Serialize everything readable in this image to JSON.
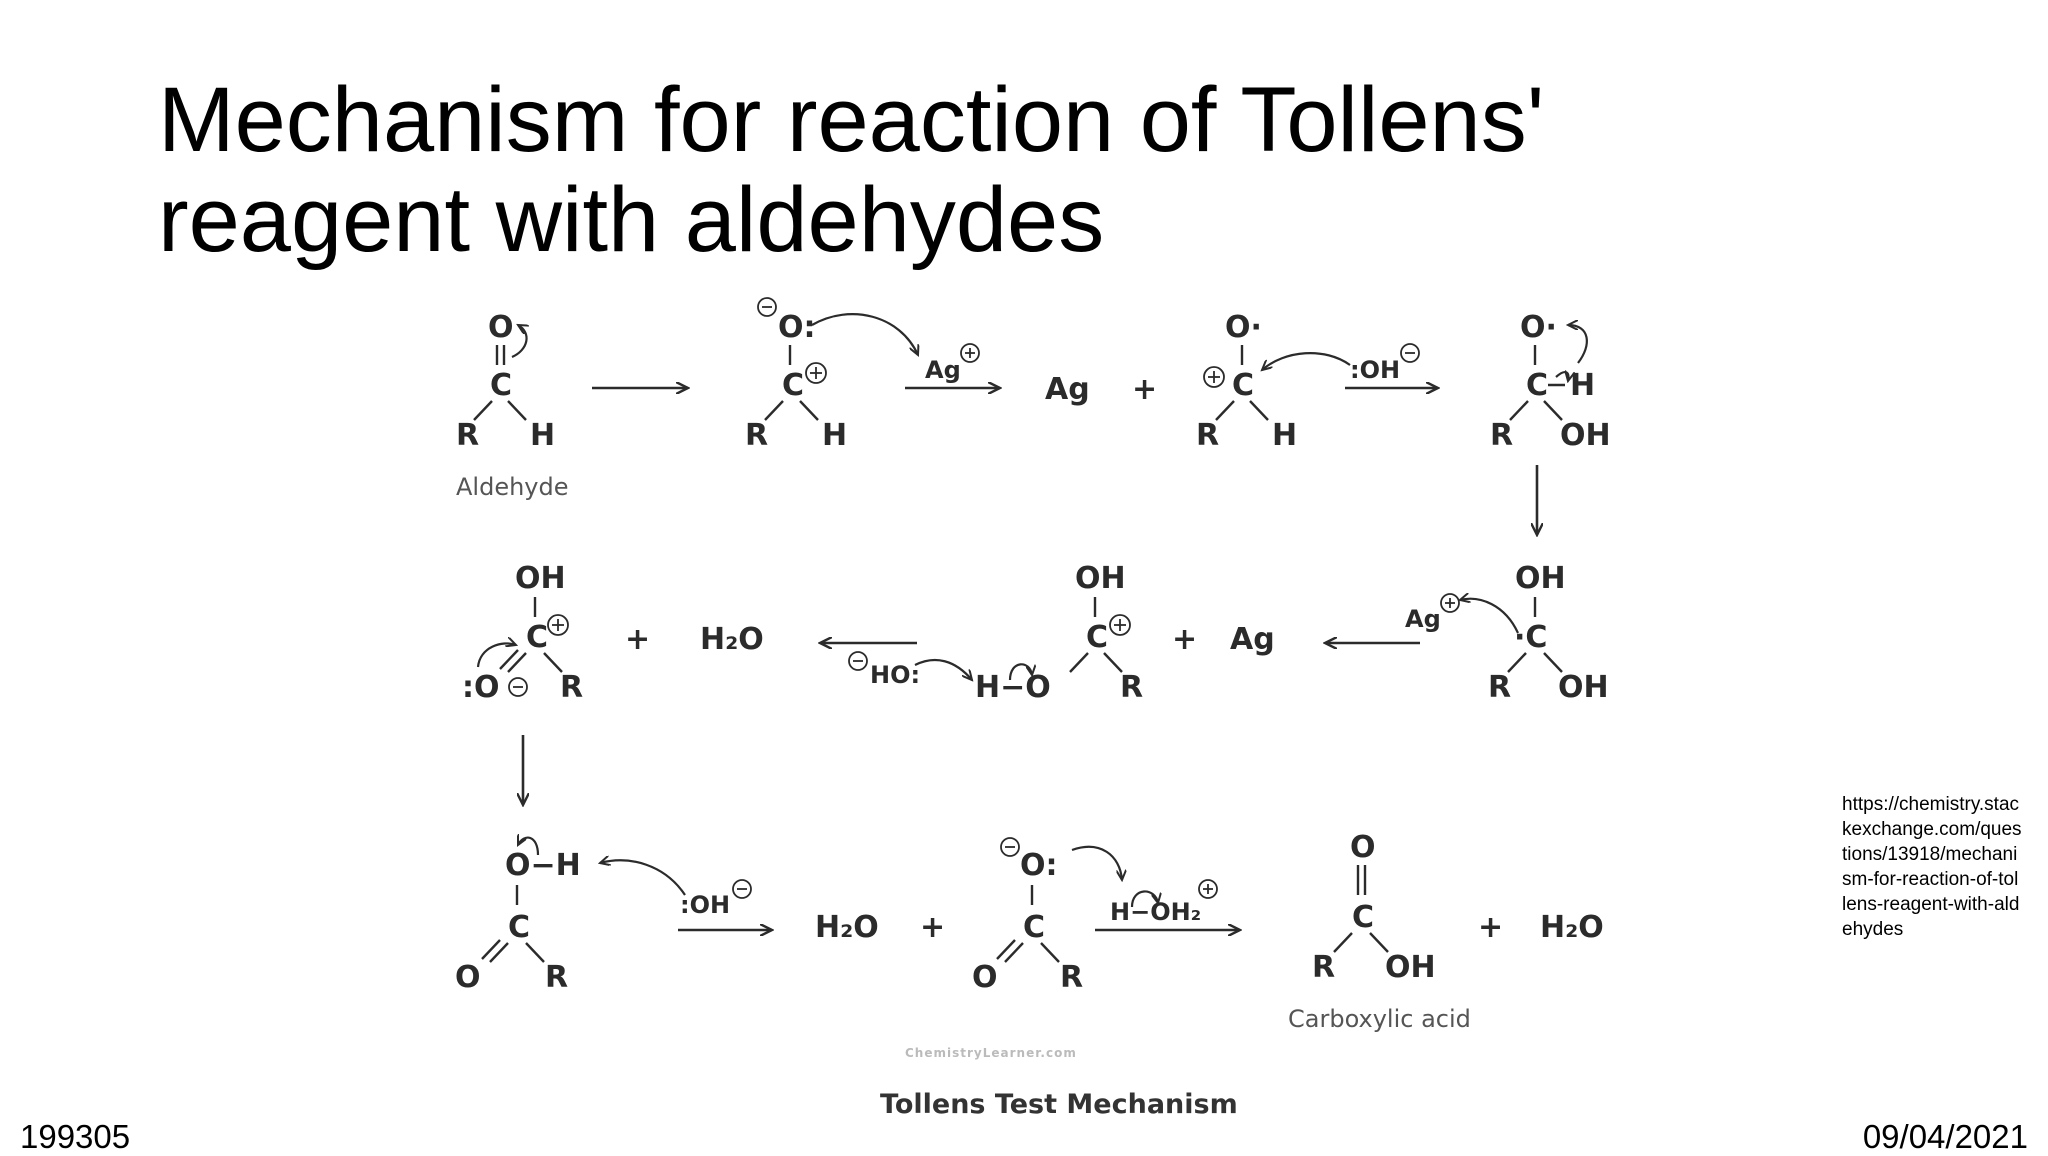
{
  "slide": {
    "title_line1": "Mechanism for reaction of Tollens'",
    "title_line2": "reagent with aldehydes",
    "source_text": "https://chemistry.stackexchange.com/questions/13918/mechanism-for-reaction-of-tollens-reagent-with-aldehydes",
    "footer_left": "199305",
    "footer_right": "09/04/2021"
  },
  "scheme": {
    "caption_aldehyde": "Aldehyde",
    "caption_acid": "Carboxylic acid",
    "watermark": "ChemistryLearner.com",
    "scheme_title": "Tollens Test Mechanism",
    "labels": {
      "O": "O",
      "C": "C",
      "R": "R",
      "H": "H",
      "OH": "OH",
      "Ag": "Ag",
      "plus": "+",
      "O_radical": "O·",
      "O_lonepair": "O:",
      "C_radical": "·C",
      "H2O": "H₂O",
      "HO_reagent": "HO:",
      "OH_reagent": ":OH",
      "H_O": "H−O",
      "O_H": "O−H",
      "O_anion": ":O",
      "H_OH2": "H−OH₂"
    },
    "colors": {
      "ink": "#2b2b2b",
      "caption": "#555555",
      "watermark": "#bbbbbb"
    }
  }
}
